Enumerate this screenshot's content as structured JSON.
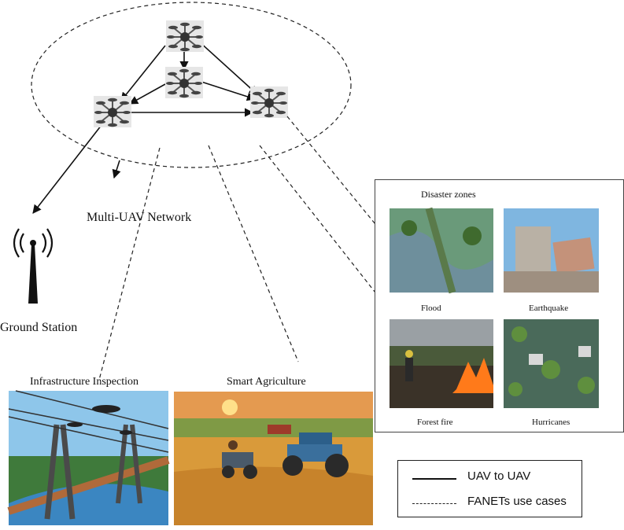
{
  "network": {
    "label": "Multi-UAV Network"
  },
  "ground_station": {
    "label": "Ground Station"
  },
  "use_cases": {
    "infrastructure": {
      "label": "Infrastructure Inspection"
    },
    "agriculture": {
      "label": "Smart Agriculture"
    },
    "disaster": {
      "title": "Disaster zones",
      "items": [
        {
          "label": "Flood"
        },
        {
          "label": "Earthquake"
        },
        {
          "label": "Forest fire"
        },
        {
          "label": "Hurricanes"
        }
      ]
    }
  },
  "legend": {
    "solid": "UAV to UAV",
    "dashed": "FANETs use cases"
  },
  "colors": {
    "line": "#111111",
    "sky_blue": "#7fb6e0",
    "water": "#4a7fa8",
    "wheat": "#d99a3a",
    "fire": "#ff7a1a",
    "grass": "#5f8f3e"
  }
}
